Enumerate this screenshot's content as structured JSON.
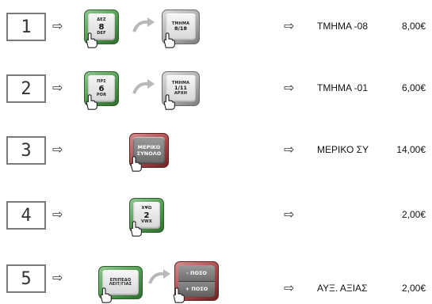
{
  "steps": [
    {
      "number": "1",
      "keys": [
        {
          "style": "green",
          "top": "ΔΕΖ",
          "main": "8",
          "bottom": "DEF"
        },
        {
          "style": "grey",
          "top": "ΤΜΗΜΑ",
          "main": "8/18",
          "bottom": ""
        }
      ],
      "result_label": "ΤΜΗΜΑ -08",
      "result_amount": "8,00€"
    },
    {
      "number": "2",
      "keys": [
        {
          "style": "green",
          "top": "ΠΡΣ",
          "main": "6",
          "bottom": "POR"
        },
        {
          "style": "grey",
          "top": "ΤΜΗΜΑ",
          "main": "1/11",
          "bottom": "ΑΡΧΗ"
        }
      ],
      "result_label": "ΤΜΗΜΑ -01",
      "result_amount": "6,00€"
    },
    {
      "number": "3",
      "keys": [
        {
          "style": "red",
          "top": "ΜΕΡΙΚΟ",
          "main": "ΣΥΝΟΛΟ",
          "bottom": ""
        }
      ],
      "result_label": "ΜΕΡΙΚΟ ΣΥ",
      "result_amount": "14,00€"
    },
    {
      "number": "4",
      "keys": [
        {
          "style": "green",
          "top": "ΧΨΩ",
          "main": "2",
          "bottom": "VWX"
        }
      ],
      "result_label": "",
      "result_amount": "2,00€"
    },
    {
      "number": "5",
      "keys": [
        {
          "style": "green",
          "top": "ΕΠΙΠΕΔΟ",
          "main": "ΛΕΙΤ/ΓΙΑΣ",
          "bottom": ""
        },
        {
          "style": "split",
          "top": "- ΠΟΣΟ",
          "main": "+ ΠΟΣΟ",
          "bottom": ""
        }
      ],
      "result_label": "ΑΥΞ. ΑΞΙΑΣ",
      "result_amount": "2,00€"
    }
  ],
  "arrow_glyph": "⇨",
  "icons": {
    "hand": "pointing-hand-icon",
    "curve": "curved-arrow-icon"
  }
}
